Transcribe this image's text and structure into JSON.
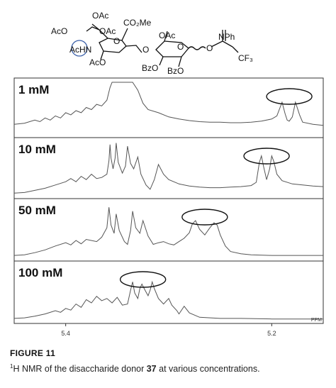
{
  "structure": {
    "labels": {
      "oac_top": "OAc",
      "aco_left": "AcO",
      "oac_mid": "OAc",
      "co2me": "CO₂Me",
      "oac_right": "OAc",
      "nph": "NPh",
      "achn": "AcHN",
      "o_ring1": "O",
      "o_link": "O",
      "o_ring2": "O",
      "o_imid": "O",
      "aco_bottom": "AcO",
      "bzo1": "BzO",
      "bzo2": "BzO",
      "cf3": "CF₃"
    }
  },
  "chart_data": {
    "type": "line",
    "xlabel": "PPM",
    "x_axis_reversed": true,
    "xlim": [
      5.45,
      5.15
    ],
    "x_ticks": [
      {
        "value": 5.4,
        "label": "5.4"
      },
      {
        "value": 5.2,
        "label": "5.2"
      }
    ],
    "y_scale": "arbitrary intensity, stacked panels",
    "panels": [
      {
        "label": "1 mM",
        "ellipse_center_ppm": 5.183,
        "points": [
          [
            5.45,
            0.2
          ],
          [
            5.44,
            0.22
          ],
          [
            5.43,
            0.28
          ],
          [
            5.425,
            0.25
          ],
          [
            5.42,
            0.32
          ],
          [
            5.415,
            0.28
          ],
          [
            5.41,
            0.36
          ],
          [
            5.405,
            0.32
          ],
          [
            5.4,
            0.42
          ],
          [
            5.395,
            0.38
          ],
          [
            5.39,
            0.46
          ],
          [
            5.385,
            0.42
          ],
          [
            5.38,
            0.52
          ],
          [
            5.375,
            0.48
          ],
          [
            5.37,
            0.58
          ],
          [
            5.365,
            0.55
          ],
          [
            5.36,
            0.66
          ],
          [
            5.357,
            0.9
          ],
          [
            5.355,
            1.0
          ],
          [
            5.35,
            1.0
          ],
          [
            5.335,
            1.0
          ],
          [
            5.33,
            0.85
          ],
          [
            5.325,
            0.6
          ],
          [
            5.32,
            0.48
          ],
          [
            5.31,
            0.42
          ],
          [
            5.3,
            0.34
          ],
          [
            5.29,
            0.3
          ],
          [
            5.28,
            0.27
          ],
          [
            5.27,
            0.25
          ],
          [
            5.26,
            0.24
          ],
          [
            5.25,
            0.24
          ],
          [
            5.24,
            0.23
          ],
          [
            5.23,
            0.23
          ],
          [
            5.22,
            0.24
          ],
          [
            5.21,
            0.26
          ],
          [
            5.2,
            0.3
          ],
          [
            5.195,
            0.36
          ],
          [
            5.19,
            0.62
          ],
          [
            5.187,
            0.4
          ],
          [
            5.185,
            0.28
          ],
          [
            5.183,
            0.26
          ],
          [
            5.18,
            0.34
          ],
          [
            5.177,
            0.62
          ],
          [
            5.173,
            0.38
          ],
          [
            5.17,
            0.24
          ],
          [
            5.16,
            0.2
          ],
          [
            5.15,
            0.18
          ]
        ]
      },
      {
        "label": "10 mM",
        "ellipse_center_ppm": 5.205,
        "points": [
          [
            5.45,
            0.05
          ],
          [
            5.44,
            0.06
          ],
          [
            5.43,
            0.1
          ],
          [
            5.42,
            0.14
          ],
          [
            5.41,
            0.2
          ],
          [
            5.4,
            0.26
          ],
          [
            5.395,
            0.32
          ],
          [
            5.39,
            0.26
          ],
          [
            5.385,
            0.36
          ],
          [
            5.38,
            0.3
          ],
          [
            5.375,
            0.4
          ],
          [
            5.37,
            0.32
          ],
          [
            5.365,
            0.34
          ],
          [
            5.36,
            0.4
          ],
          [
            5.358,
            0.65
          ],
          [
            5.357,
            0.95
          ],
          [
            5.356,
            0.7
          ],
          [
            5.354,
            0.5
          ],
          [
            5.352,
            0.7
          ],
          [
            5.351,
            0.98
          ],
          [
            5.349,
            0.62
          ],
          [
            5.345,
            0.42
          ],
          [
            5.342,
            0.55
          ],
          [
            5.34,
            0.92
          ],
          [
            5.337,
            0.6
          ],
          [
            5.334,
            0.5
          ],
          [
            5.33,
            0.72
          ],
          [
            5.327,
            0.4
          ],
          [
            5.322,
            0.2
          ],
          [
            5.318,
            0.12
          ],
          [
            5.314,
            0.3
          ],
          [
            5.31,
            0.58
          ],
          [
            5.305,
            0.4
          ],
          [
            5.3,
            0.3
          ],
          [
            5.29,
            0.22
          ],
          [
            5.28,
            0.18
          ],
          [
            5.27,
            0.16
          ],
          [
            5.26,
            0.15
          ],
          [
            5.25,
            0.15
          ],
          [
            5.24,
            0.16
          ],
          [
            5.23,
            0.17
          ],
          [
            5.22,
            0.19
          ],
          [
            5.215,
            0.25
          ],
          [
            5.212,
            0.62
          ],
          [
            5.21,
            0.74
          ],
          [
            5.208,
            0.55
          ],
          [
            5.205,
            0.3
          ],
          [
            5.202,
            0.5
          ],
          [
            5.2,
            0.74
          ],
          [
            5.198,
            0.64
          ],
          [
            5.195,
            0.4
          ],
          [
            5.19,
            0.28
          ],
          [
            5.18,
            0.22
          ],
          [
            5.17,
            0.2
          ],
          [
            5.16,
            0.18
          ],
          [
            5.15,
            0.17
          ]
        ]
      },
      {
        "label": "50 mM",
        "ellipse_center_ppm": 5.265,
        "points": [
          [
            5.45,
            0.05
          ],
          [
            5.44,
            0.06
          ],
          [
            5.43,
            0.1
          ],
          [
            5.42,
            0.15
          ],
          [
            5.41,
            0.22
          ],
          [
            5.4,
            0.28
          ],
          [
            5.395,
            0.24
          ],
          [
            5.39,
            0.32
          ],
          [
            5.385,
            0.26
          ],
          [
            5.38,
            0.34
          ],
          [
            5.37,
            0.3
          ],
          [
            5.365,
            0.38
          ],
          [
            5.36,
            0.55
          ],
          [
            5.358,
            0.92
          ],
          [
            5.356,
            0.6
          ],
          [
            5.353,
            0.45
          ],
          [
            5.351,
            0.8
          ],
          [
            5.348,
            0.5
          ],
          [
            5.343,
            0.3
          ],
          [
            5.34,
            0.25
          ],
          [
            5.337,
            0.5
          ],
          [
            5.335,
            0.85
          ],
          [
            5.332,
            0.55
          ],
          [
            5.328,
            0.45
          ],
          [
            5.325,
            0.68
          ],
          [
            5.32,
            0.4
          ],
          [
            5.315,
            0.25
          ],
          [
            5.31,
            0.28
          ],
          [
            5.305,
            0.3
          ],
          [
            5.3,
            0.26
          ],
          [
            5.295,
            0.24
          ],
          [
            5.29,
            0.3
          ],
          [
            5.285,
            0.36
          ],
          [
            5.28,
            0.46
          ],
          [
            5.277,
            0.62
          ],
          [
            5.274,
            0.68
          ],
          [
            5.27,
            0.52
          ],
          [
            5.265,
            0.42
          ],
          [
            5.26,
            0.55
          ],
          [
            5.256,
            0.64
          ],
          [
            5.253,
            0.6
          ],
          [
            5.25,
            0.42
          ],
          [
            5.245,
            0.22
          ],
          [
            5.24,
            0.12
          ],
          [
            5.23,
            0.08
          ],
          [
            5.22,
            0.06
          ],
          [
            5.2,
            0.05
          ],
          [
            5.18,
            0.05
          ],
          [
            5.16,
            0.05
          ],
          [
            5.15,
            0.05
          ]
        ]
      },
      {
        "label": "100 mM",
        "ellipse_center_ppm": 5.325,
        "points": [
          [
            5.45,
            0.04
          ],
          [
            5.44,
            0.05
          ],
          [
            5.43,
            0.08
          ],
          [
            5.42,
            0.12
          ],
          [
            5.41,
            0.18
          ],
          [
            5.405,
            0.15
          ],
          [
            5.4,
            0.22
          ],
          [
            5.395,
            0.19
          ],
          [
            5.39,
            0.3
          ],
          [
            5.385,
            0.24
          ],
          [
            5.38,
            0.38
          ],
          [
            5.375,
            0.32
          ],
          [
            5.37,
            0.44
          ],
          [
            5.365,
            0.36
          ],
          [
            5.36,
            0.4
          ],
          [
            5.355,
            0.32
          ],
          [
            5.35,
            0.42
          ],
          [
            5.345,
            0.28
          ],
          [
            5.34,
            0.3
          ],
          [
            5.337,
            0.55
          ],
          [
            5.335,
            0.7
          ],
          [
            5.333,
            0.5
          ],
          [
            5.33,
            0.4
          ],
          [
            5.328,
            0.58
          ],
          [
            5.326,
            0.66
          ],
          [
            5.323,
            0.55
          ],
          [
            5.32,
            0.45
          ],
          [
            5.318,
            0.55
          ],
          [
            5.316,
            0.7
          ],
          [
            5.314,
            0.58
          ],
          [
            5.31,
            0.4
          ],
          [
            5.305,
            0.3
          ],
          [
            5.3,
            0.4
          ],
          [
            5.297,
            0.28
          ],
          [
            5.292,
            0.18
          ],
          [
            5.29,
            0.12
          ],
          [
            5.285,
            0.26
          ],
          [
            5.28,
            0.14
          ],
          [
            5.27,
            0.06
          ],
          [
            5.25,
            0.04
          ],
          [
            5.23,
            0.04
          ],
          [
            5.2,
            0.03
          ],
          [
            5.18,
            0.03
          ],
          [
            5.16,
            0.03
          ],
          [
            5.15,
            0.03
          ]
        ]
      }
    ]
  },
  "caption": {
    "title": "FIGURE 11",
    "text_sup": "1",
    "text_before": "H NMR of the disaccharide donor ",
    "text_bold": "37",
    "text_after": " at various concentrations."
  }
}
